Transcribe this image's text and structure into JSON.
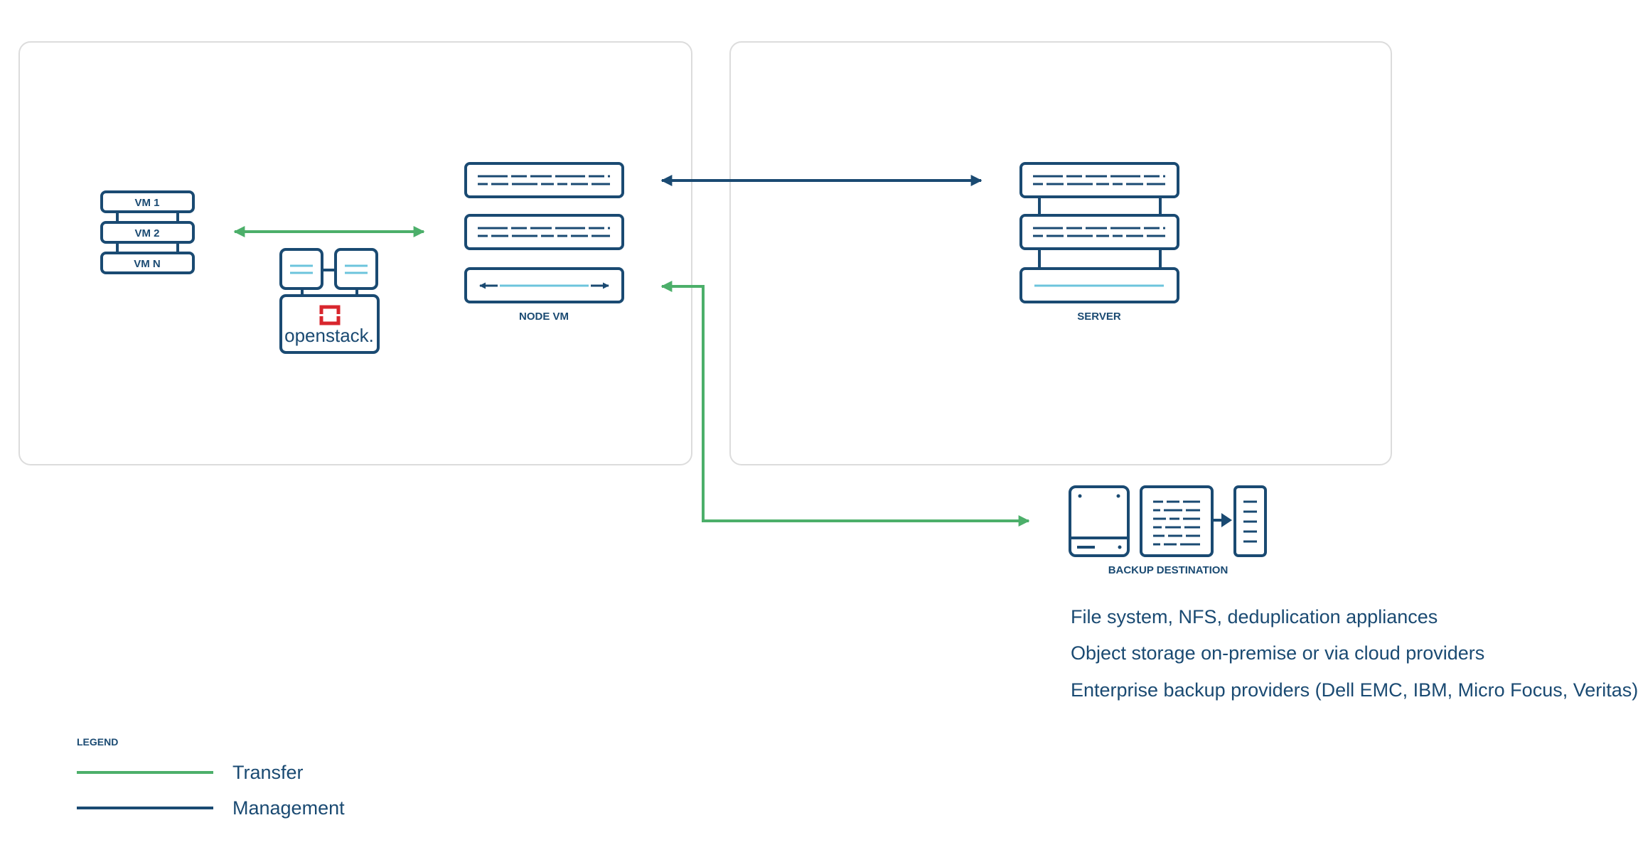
{
  "colors": {
    "navy": "#1a4a72",
    "green": "#4caf6a",
    "light_blue": "#6cc4dc",
    "openstack_red": "#d8262d",
    "panel_border": "#dcdcdc"
  },
  "left_group": {
    "vm_stack": [
      "VM 1",
      "VM 2",
      "VM N"
    ],
    "openstack_label": "openstack."
  },
  "node_vm": {
    "label": "NODE VM"
  },
  "server": {
    "label": "SERVER"
  },
  "backup": {
    "label": "BACKUP DESTINATION",
    "items": [
      "File system, NFS, deduplication appliances",
      "Object storage on-premise or via cloud providers",
      "Enterprise backup providers (Dell EMC, IBM, Micro Focus, Veritas)"
    ]
  },
  "legend": {
    "title": "LEGEND",
    "entries": [
      {
        "label": "Transfer",
        "color": "#4caf6a"
      },
      {
        "label": "Management",
        "color": "#1a4a72"
      }
    ]
  }
}
